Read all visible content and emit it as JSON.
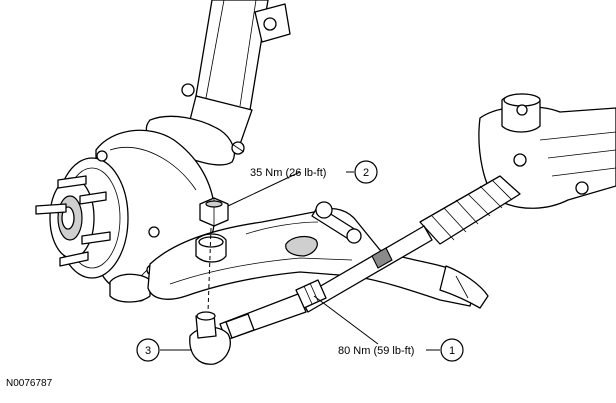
{
  "callouts": [
    {
      "number": "1",
      "label": "80 Nm (59 lb-ft)"
    },
    {
      "number": "2",
      "label": "35 Nm (26 lb-ft)"
    },
    {
      "number": "3",
      "label": ""
    }
  ],
  "figure_id": "N0076787"
}
